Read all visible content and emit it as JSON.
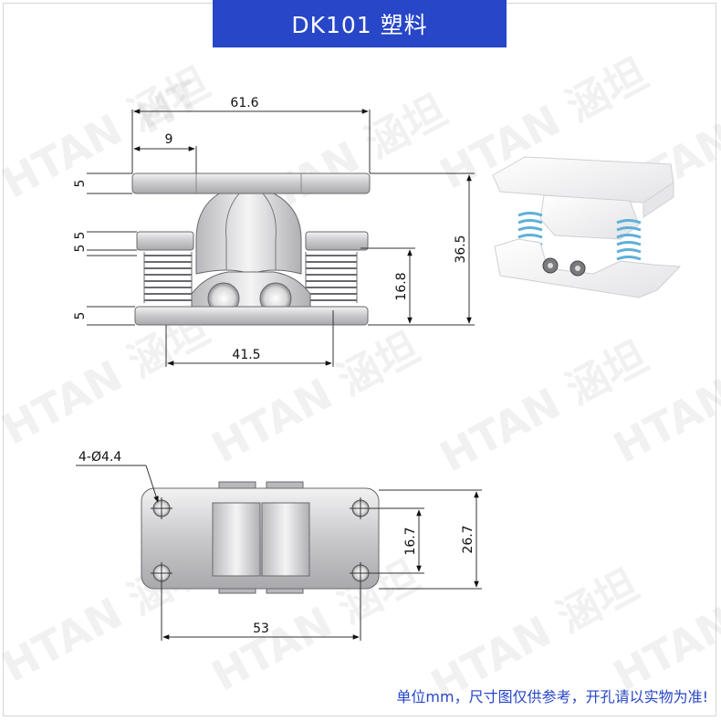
{
  "title": "DK101 塑料",
  "watermark_text": "HTAN 涵坦",
  "watermark_partial": "HT",
  "dimensions": {
    "top_width": "61.6",
    "top_offset": "9",
    "top_plate_thickness": "5",
    "middle_plate_thickness_a": "5",
    "middle_plate_thickness_b": "5",
    "bottom_plate_thickness": "5",
    "total_height": "36.5",
    "spring_height": "16.8",
    "base_width": "41.5",
    "hole_spec": "4-Ø4.4",
    "hole_spacing_v": "16.7",
    "plate_height": "26.7",
    "hole_spacing_h": "53"
  },
  "footer_note": "单位mm，尺寸图仅供参考，开孔请以实物为准!",
  "colors": {
    "banner": "#2746c8",
    "footer_text": "#2746c8",
    "part_fill": "#d0d0d2",
    "part_stroke": "#6a6a6e",
    "spring_blue": "#5fb0d8"
  }
}
